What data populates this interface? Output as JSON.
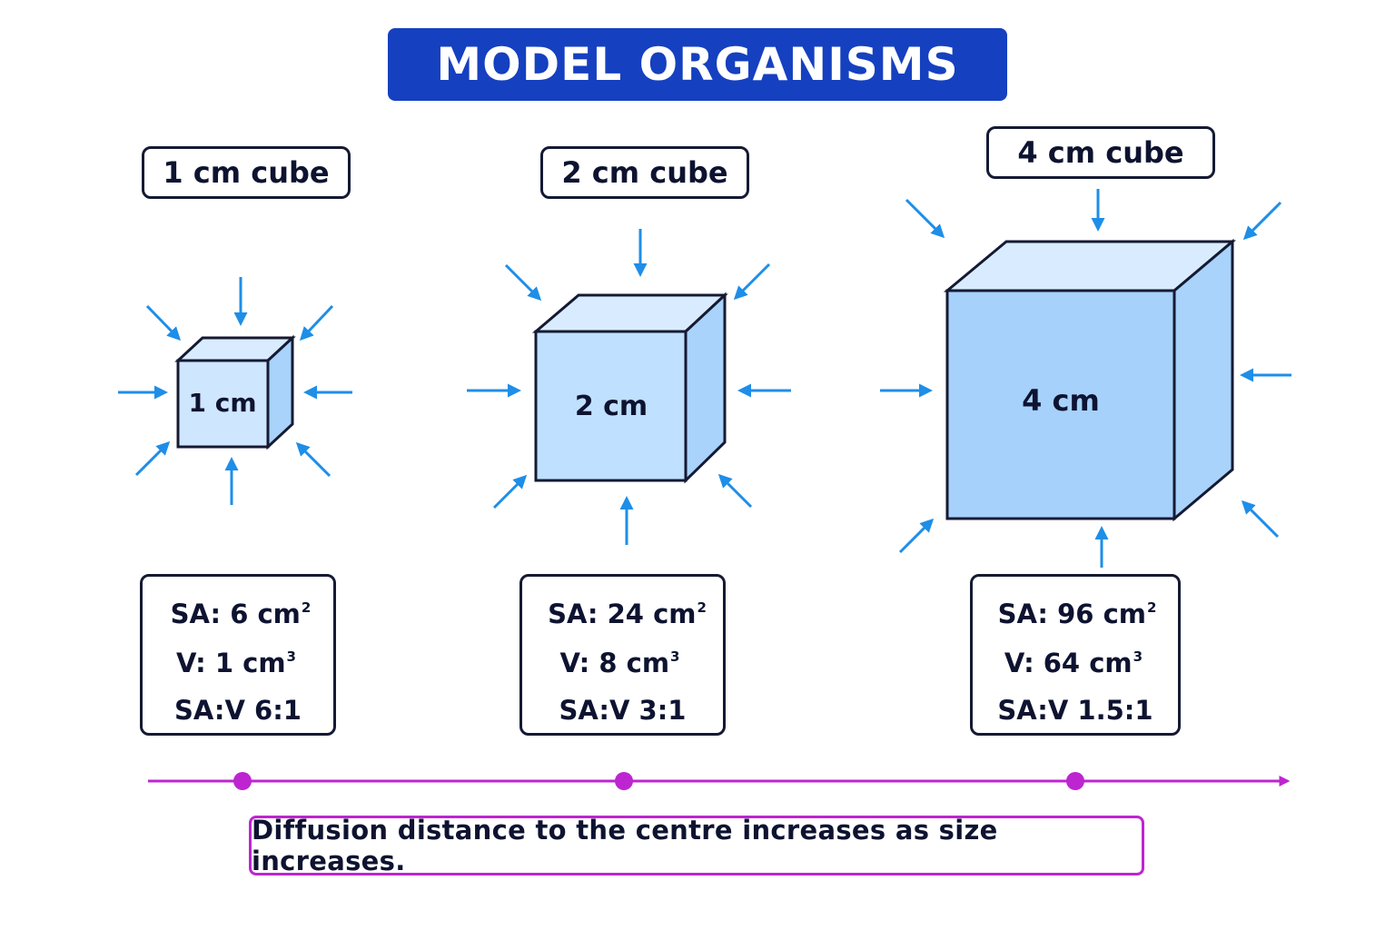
{
  "title": "MODEL ORGANISMS",
  "cubes": [
    {
      "name": "1 cm cube",
      "side": "1 cm",
      "sa_label": "SA: 6 cm",
      "sa_exp": "2",
      "v_label": "V: 1 cm",
      "v_exp": "3",
      "ratio": "SA:V 6:1"
    },
    {
      "name": "2 cm cube",
      "side": "2 cm",
      "sa_label": "SA: 24 cm",
      "sa_exp": "2",
      "v_label": "V: 8 cm",
      "v_exp": "3",
      "ratio": "SA:V 3:1"
    },
    {
      "name": "4 cm cube",
      "side": "4 cm",
      "sa_label": "SA: 96 cm",
      "sa_exp": "2",
      "v_label": "V: 64 cm",
      "v_exp": "3",
      "ratio": "SA:V 1.5:1"
    }
  ],
  "note": "Diffusion distance to the centre increases as size increases.",
  "colors": {
    "title_bg": "#1540c0",
    "arrow": "#1e8ee8",
    "cube_front": "#bfe0ff",
    "cube_top": "#d9ecff",
    "cube_side": "#a9d3fb",
    "timeline": "#bd25d0"
  }
}
